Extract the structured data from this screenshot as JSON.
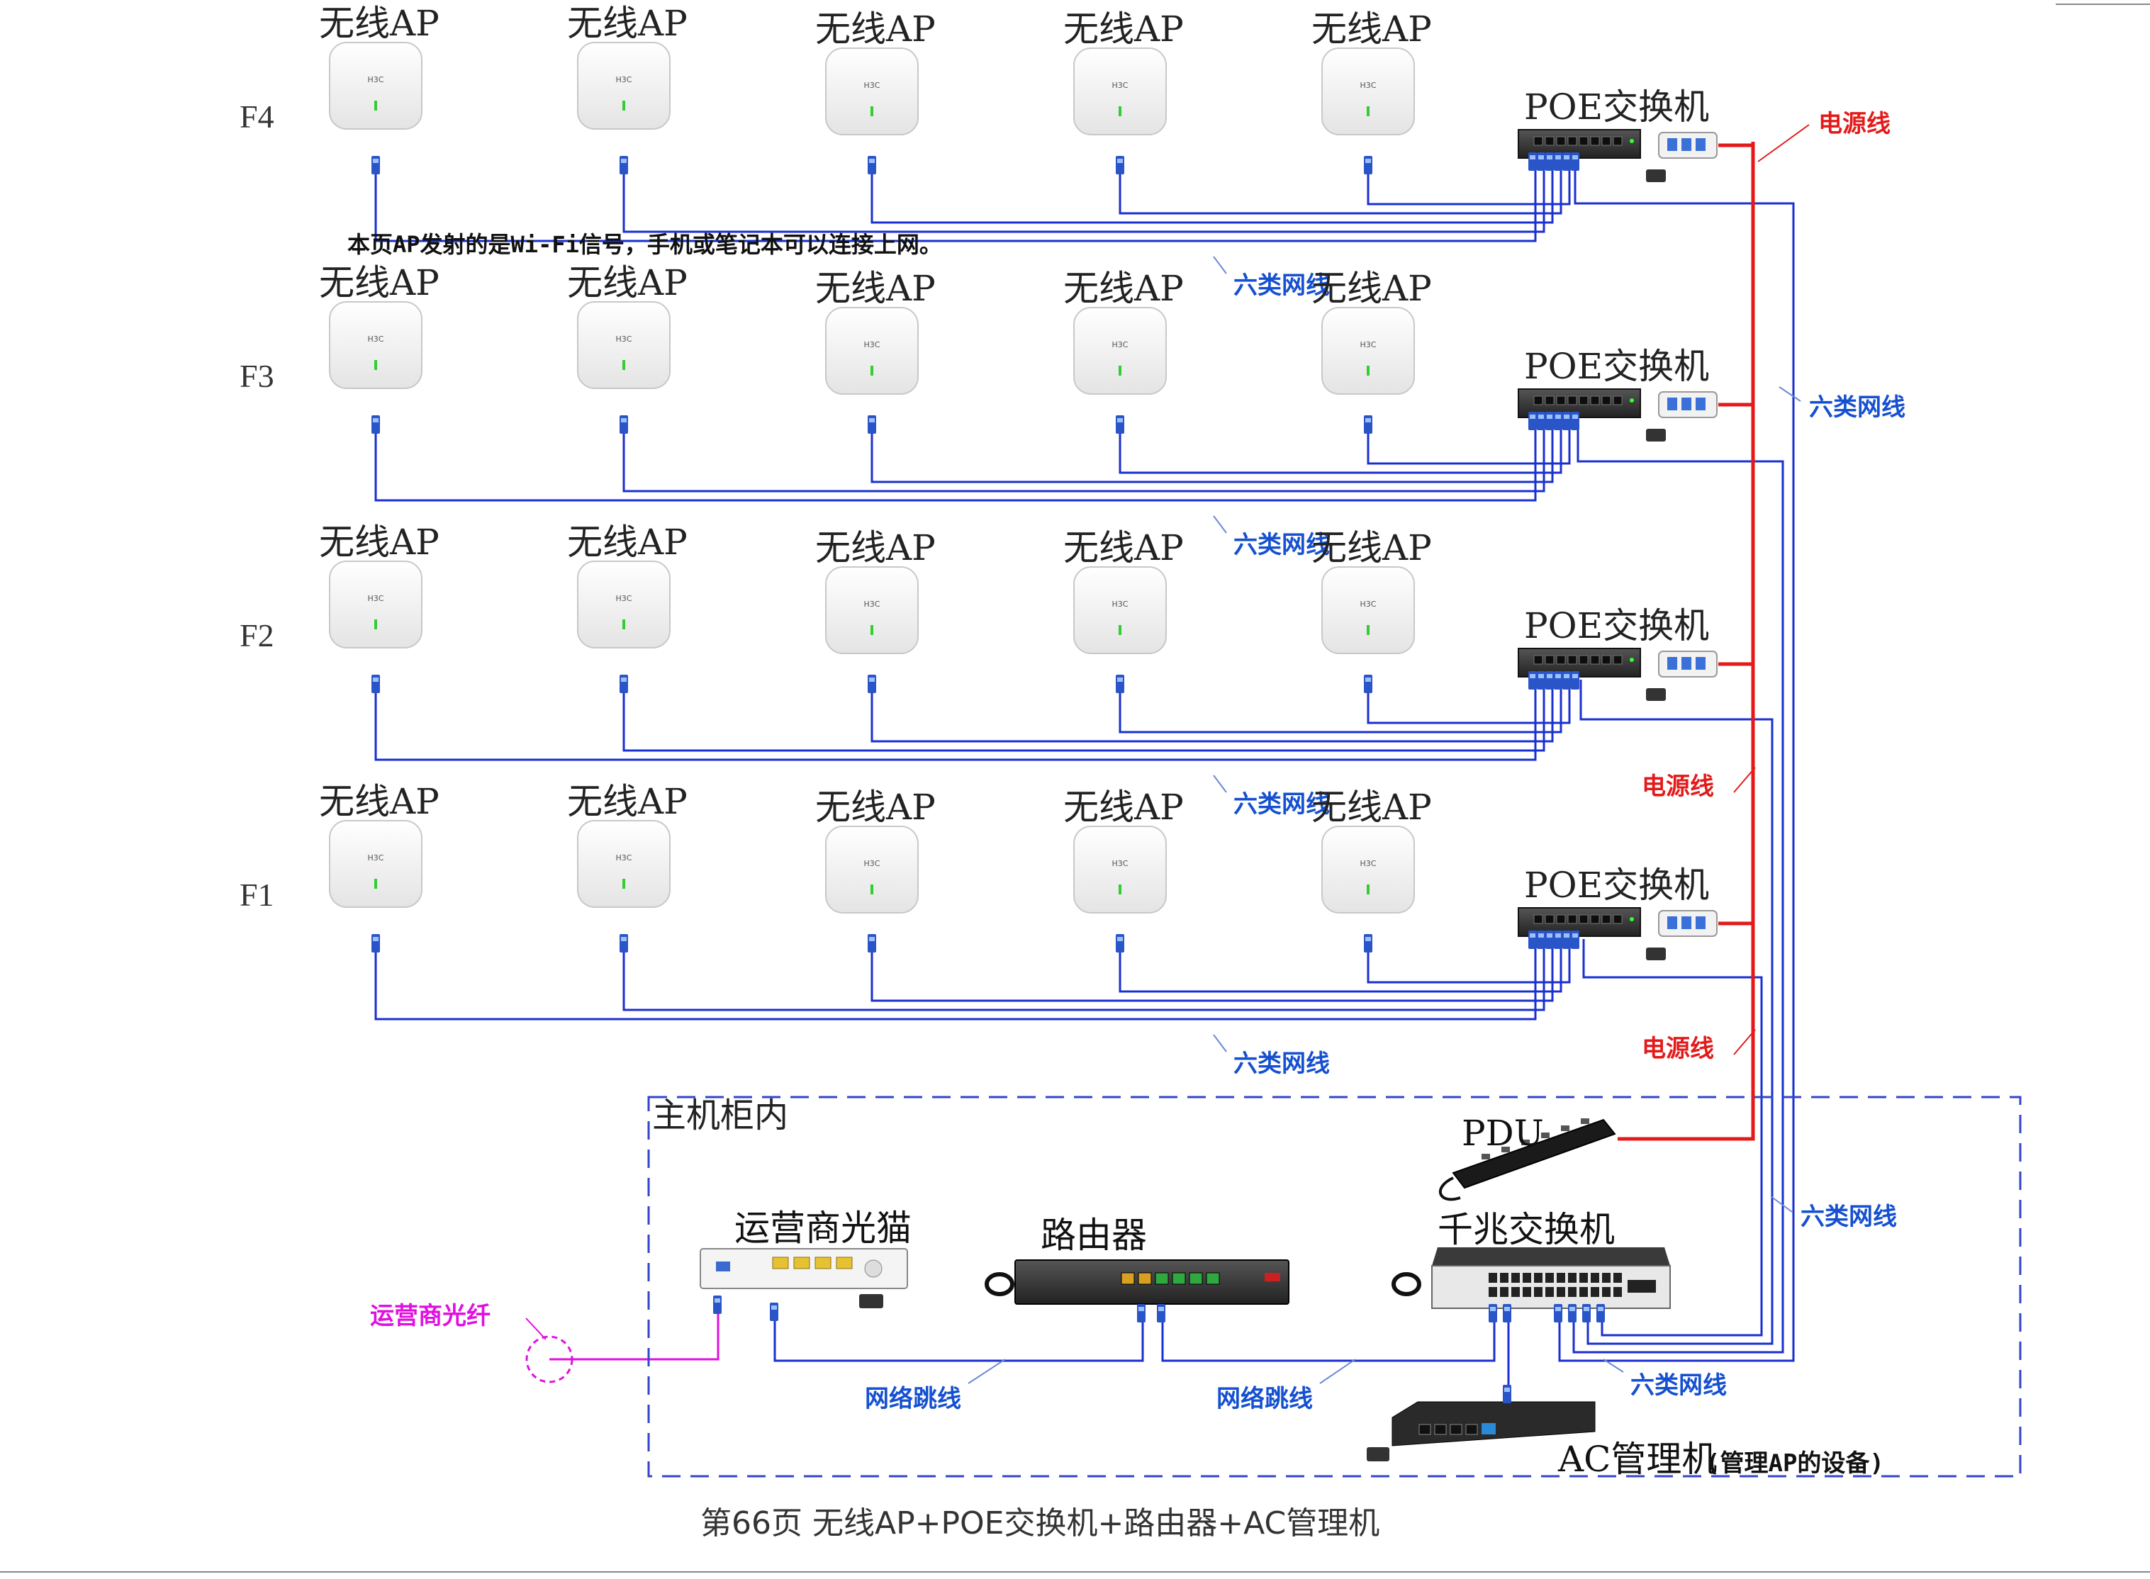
{
  "floors": [
    {
      "label": "F4",
      "ap_label": "无线AP",
      "switch_label": "POE交换机",
      "cable_label": "六类网线"
    },
    {
      "label": "F3",
      "ap_label": "无线AP",
      "switch_label": "POE交换机",
      "cable_label": "六类网线"
    },
    {
      "label": "F2",
      "ap_label": "无线AP",
      "switch_label": "POE交换机",
      "cable_label": "六类网线"
    },
    {
      "label": "F1",
      "ap_label": "无线AP",
      "switch_label": "POE交换机",
      "cable_label": "六类网线"
    }
  ],
  "aps_per_floor": 5,
  "ap_brand": "H3C",
  "note": "本页AP发射的是Wi-Fi信号，手机或笔记本可以连接上网。",
  "power_labels": [
    "电源线",
    "电源线",
    "电源线"
  ],
  "riser_labels": [
    "六类网线",
    "六类网线"
  ],
  "cabinet": {
    "title": "主机柜内",
    "pdu": "PDU",
    "modem": "运营商光猫",
    "router": "路由器",
    "core_switch": "千兆交换机",
    "ac_main": "AC管理机",
    "ac_sub": "(管理AP的设备)",
    "patch_labels": [
      "网络跳线",
      "网络跳线"
    ],
    "cable_label": "六类网线",
    "fiber_label": "运营商光纤"
  },
  "footer": "第66页  无线AP+POE交换机+路由器+AC管理机",
  "colors": {
    "cable": "#1a2fd0",
    "power": "#e41a1a",
    "fiber": "#e010e0",
    "cabinet_border": "#3344cc",
    "ap_led": "#33cc33"
  }
}
